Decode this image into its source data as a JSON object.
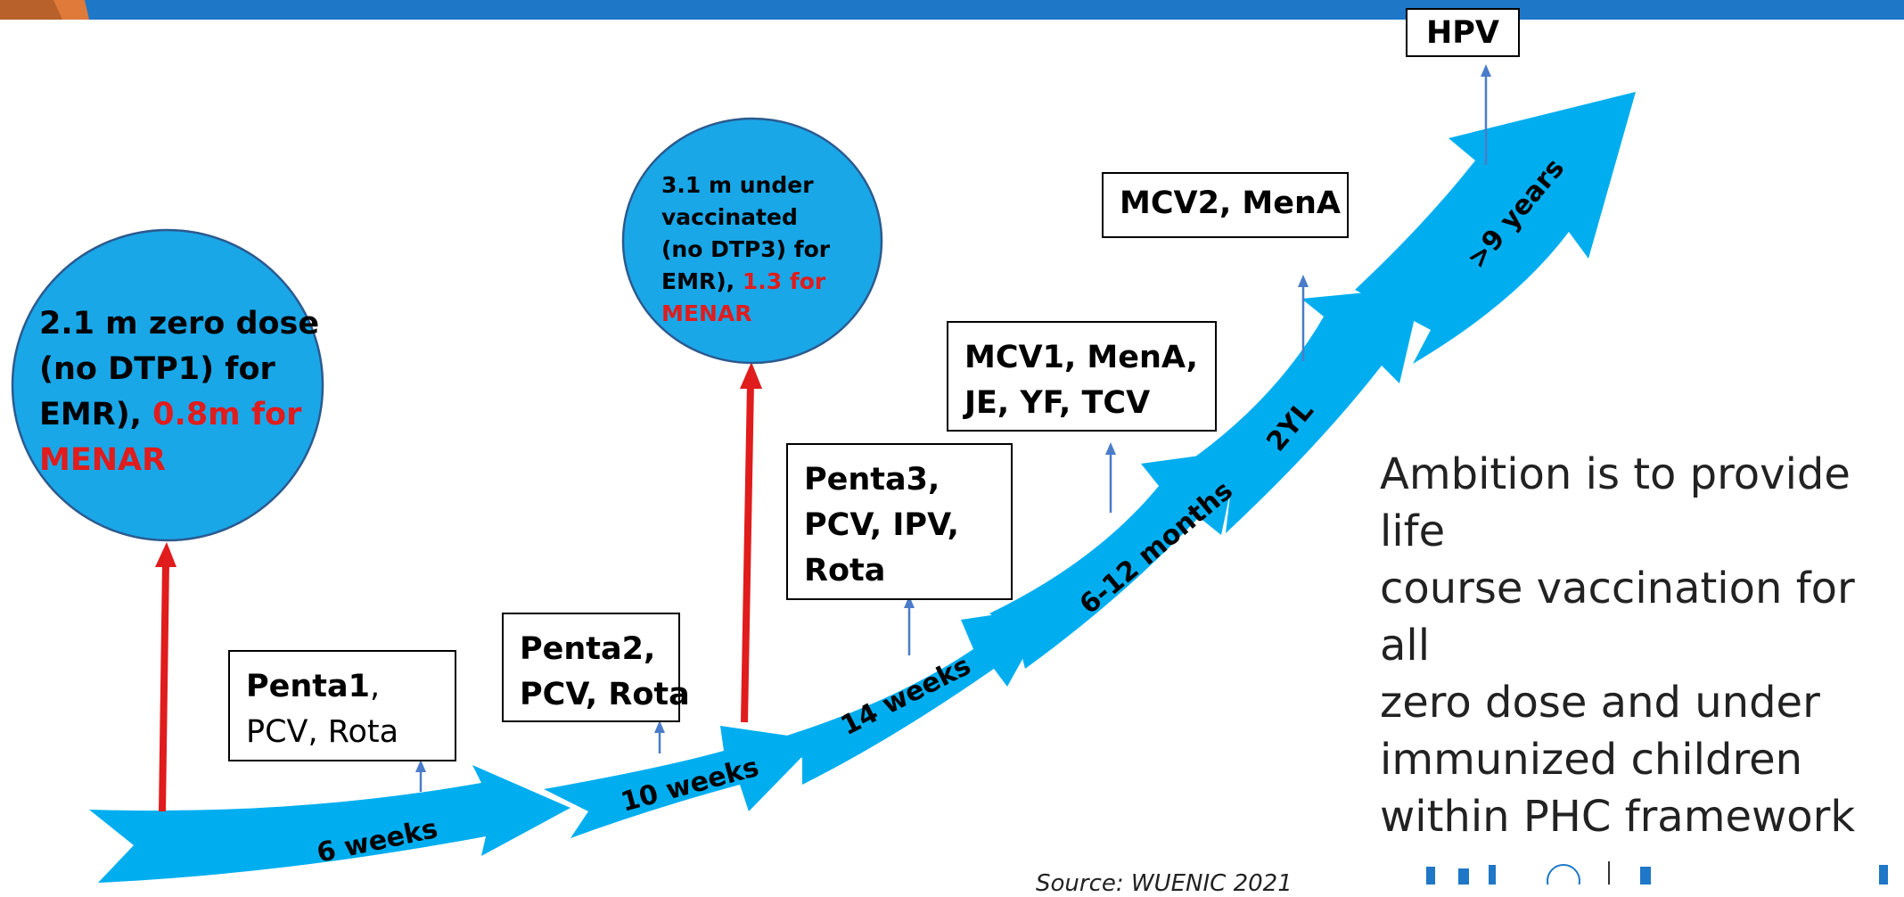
{
  "stages": {
    "s1": "6 weeks",
    "s2": "10 weeks",
    "s3": "14 weeks",
    "s4": "6-12 months",
    "s5": "2YL",
    "s6": ">9 years"
  },
  "vaccines": {
    "v1": {
      "bold": "Penta1",
      "rest1": ",",
      "rest2": "PCV, Rota"
    },
    "v2": {
      "l1": "Penta2,",
      "l2": "PCV, Rota"
    },
    "v3": {
      "l1": "Penta3,",
      "l2": "PCV, IPV,",
      "l3": "Rota"
    },
    "v4": {
      "l1": "MCV1, MenA,",
      "l2": "JE, YF, TCV"
    },
    "v5": {
      "l1": "MCV2, MenA"
    },
    "v6": {
      "l1": "HPV"
    }
  },
  "bubbles": {
    "zero_dose": {
      "l1": "2.1 m zero dose",
      "l2": "(no DTP1) for",
      "l3": "EMR),",
      "red1": "0.8m for",
      "red2": "MENAR"
    },
    "under_vaccinated": {
      "l1": "3.1 m under",
      "l2": "vaccinated",
      "l3": "(no DTP3) for",
      "l4": "EMR),",
      "red1": "1.3 for",
      "red2": "MENAR"
    }
  },
  "ambition": [
    "Ambition is to provide life",
    "course vaccination for all",
    "zero dose and under",
    "immunized children",
    "within PHC framework"
  ],
  "source": "Source: WUENIC 2021",
  "colors": {
    "arrow": "#00aeef",
    "bubble": "#1aa7e8",
    "red": "#e01c1c",
    "pointer": "#4a7cc9",
    "topbar": "#1f77c7"
  },
  "icons": [
    "unicef-logo",
    "who-logo"
  ]
}
